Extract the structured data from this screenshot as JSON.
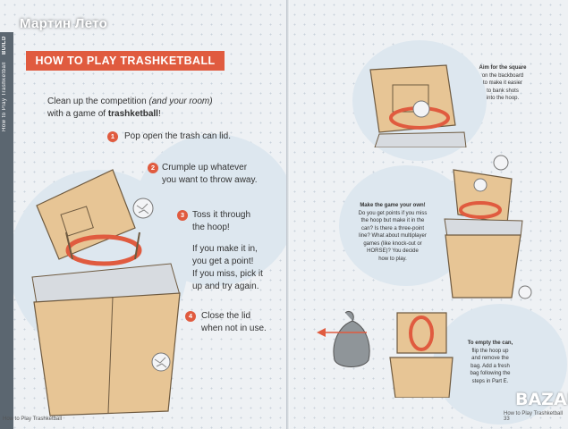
{
  "watermark": "Мартин Лето",
  "side_tab": {
    "label": "How to Play Trashketball",
    "section": "BUILD"
  },
  "title": "HOW TO PLAY TRASHKETBALL",
  "intro": {
    "text": "Clean up the competition",
    "italic": "(and your room)",
    "text2": "with a game of",
    "bold": "trashketball",
    "end": "!"
  },
  "steps": [
    {
      "num": "1",
      "lines": [
        "Pop open the trash can lid."
      ]
    },
    {
      "num": "2",
      "lines": [
        "Crumple up whatever",
        "you want to throw away."
      ]
    },
    {
      "num": "3",
      "lines": [
        "Toss it through",
        "the hoop!"
      ],
      "extra": [
        "If you make it in,",
        "you get a point!",
        "If you miss, pick it",
        "up and try again."
      ]
    },
    {
      "num": "4",
      "lines": [
        "Close the lid",
        "when not in use."
      ]
    }
  ],
  "notes": {
    "aim": {
      "bold": "Aim for the square",
      "lines": [
        "on the backboard",
        "to make it easier",
        "to bank shots",
        "into the hoop."
      ]
    },
    "game": {
      "bold": "Make the game your own!",
      "lines": [
        "Do you get points if you miss",
        "the hoop but make it in the",
        "can? Is there a three-point",
        "line? What about multiplayer",
        "games (like knock-out or",
        "HORSE)? You decide",
        "how to play."
      ]
    },
    "empty": {
      "bold": "To empty the can,",
      "lines": [
        "flip the hoop up",
        "and remove the",
        "bag. Add a fresh",
        "bag following the",
        "steps in Part E."
      ]
    }
  },
  "footer": {
    "left": "How to Play Trashketball",
    "right": "How to Play Trashketball  33"
  },
  "logo_text": "BAZAR",
  "colors": {
    "accent": "#e05b3f",
    "cardboard": "#e7c595",
    "page": "#eef1f4"
  }
}
